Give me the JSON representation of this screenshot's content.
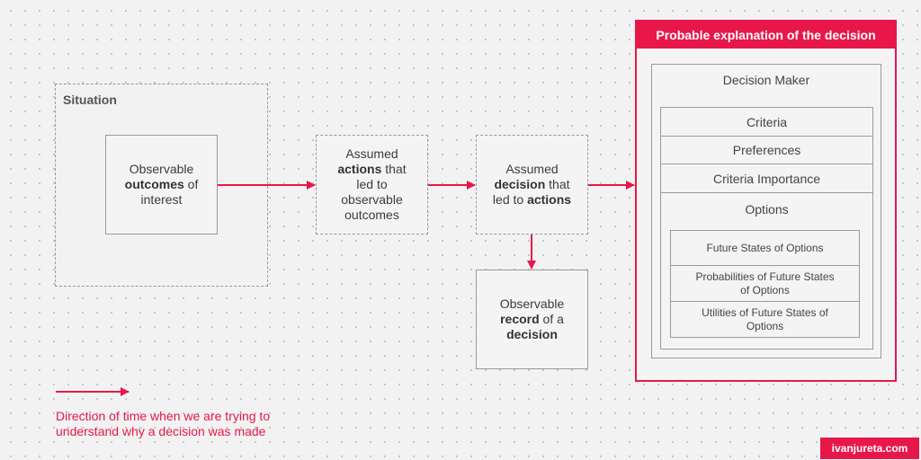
{
  "situation": {
    "label": "Situation"
  },
  "outcomes_box": {
    "line1": "Observable",
    "bold": "outcomes",
    "after_bold": " of",
    "line3": "interest"
  },
  "actions_box": {
    "line1": "Assumed",
    "bold": "actions",
    "after_bold": " that",
    "line3": "led to",
    "line4": "observable",
    "line5": "outcomes"
  },
  "decision_box": {
    "line1": "Assumed",
    "bold1": "decision",
    "after_bold1": " that",
    "line3_pre": "led to ",
    "bold2": "actions"
  },
  "record_box": {
    "line1": "Observable",
    "bold": "record",
    "after_bold": " of a",
    "bold2": "decision"
  },
  "panel": {
    "title": "Probable explanation of the decision",
    "decision_maker": "Decision Maker",
    "rows": [
      "Criteria",
      "Preferences",
      "Criteria Importance"
    ],
    "options_label": "Options",
    "option_items": [
      [
        "Future States of Options"
      ],
      [
        "Probabilities of Future States",
        "of Options"
      ],
      [
        "Utilities of Future States of",
        "Options"
      ]
    ]
  },
  "legend": {
    "line1": "Direction of time when we are trying to",
    "line2": "understand why a decision was made"
  },
  "brand": "ivanjureta.com",
  "colors": {
    "accent": "#e8174a",
    "border": "#9a9a9a",
    "background": "#f2f2f2"
  }
}
